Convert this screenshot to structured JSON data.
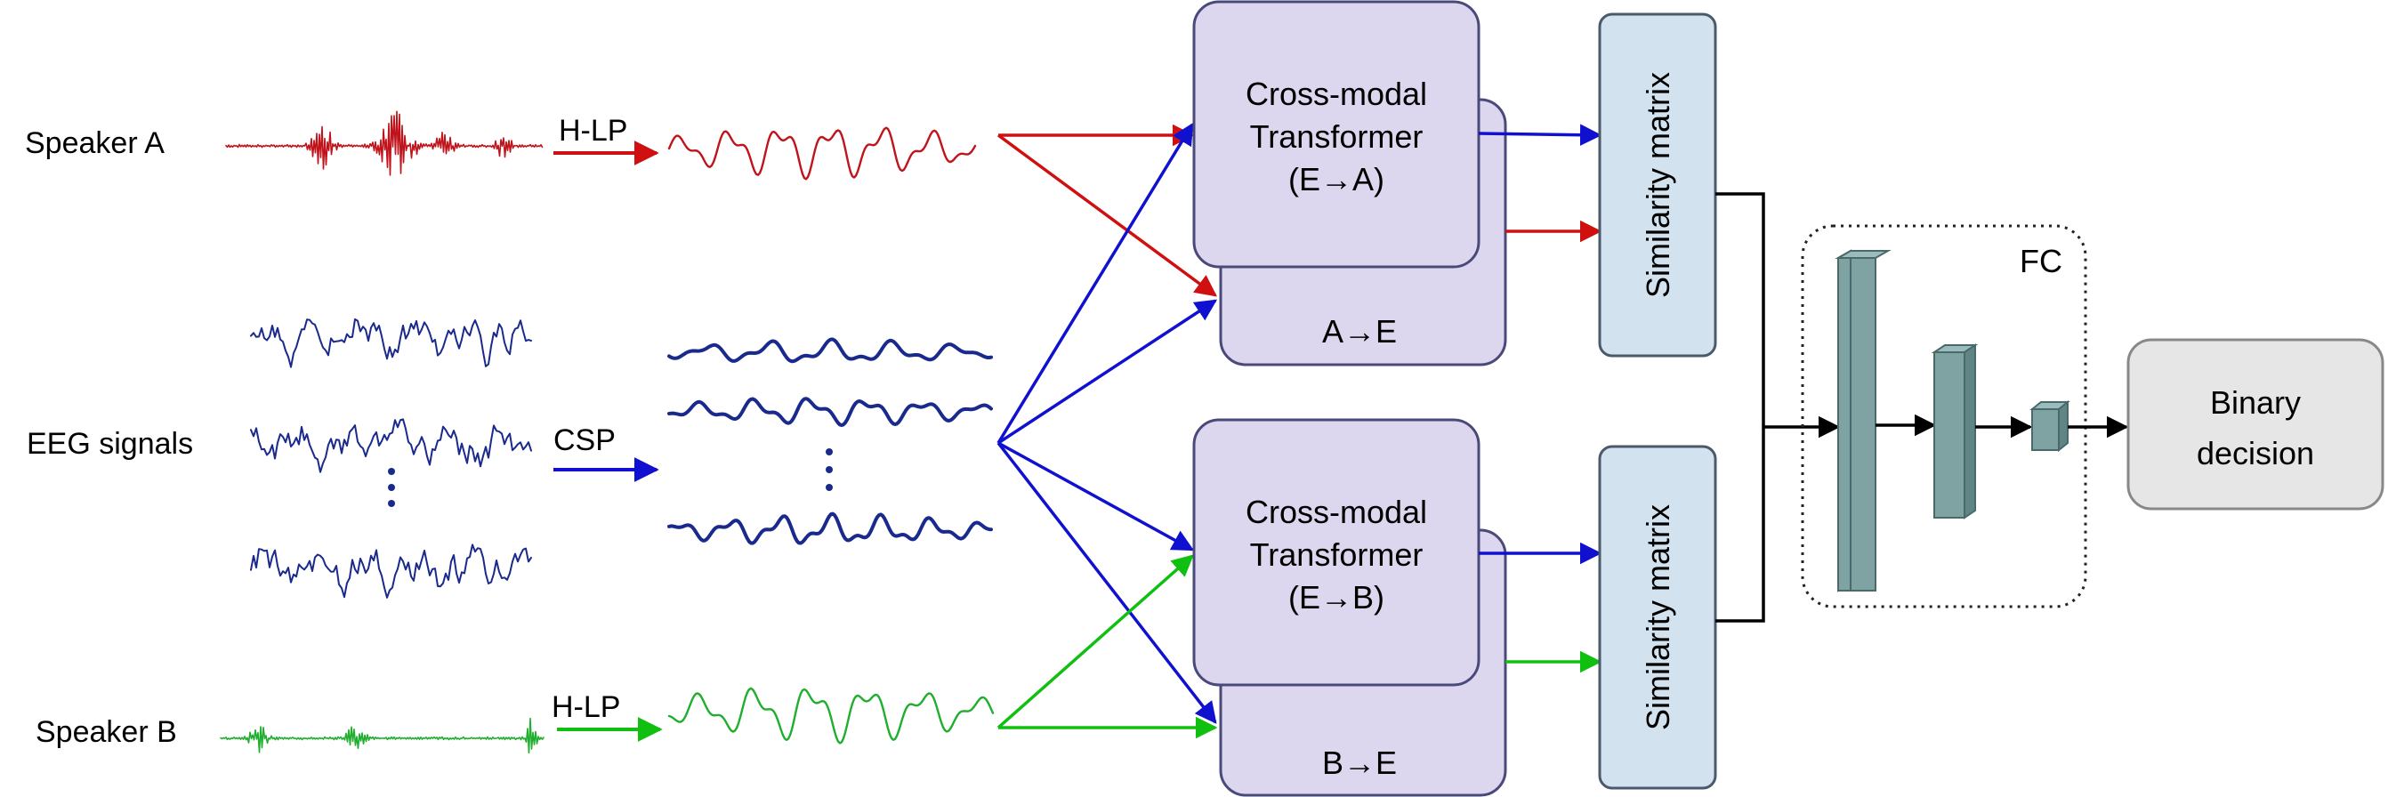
{
  "inputs": {
    "speaker_a": "Speaker A",
    "eeg": "EEG signals",
    "speaker_b": "Speaker B"
  },
  "ops": {
    "hlp_a": "H-LP",
    "csp": "CSP",
    "hlp_b": "H-LP"
  },
  "transformers": {
    "top": {
      "line1": "Cross-modal",
      "line2": "Transformer",
      "line3": "(E→A)",
      "back": "A→E"
    },
    "bottom": {
      "line1": "Cross-modal",
      "line2": "Transformer",
      "line3": "(E→B)",
      "back": "B→E"
    }
  },
  "similarity": {
    "top": "Similarity matrix",
    "bottom": "Similarity matrix"
  },
  "fc_label": "FC",
  "output": {
    "line1": "Binary",
    "line2": "decision"
  },
  "colors": {
    "speaker_a": "#c0141c",
    "eeg": "#1a2a8c",
    "speaker_b": "#1fae2e",
    "arrow_blue": "#1010d0",
    "arrow_red": "#d01010",
    "arrow_green": "#10c010",
    "transformer_fill": "#dcd6ee",
    "transformer_stroke": "#4a4a7a",
    "similarity_fill": "#d2e2ee",
    "fc_bar": "#7fa3a3",
    "output_fill": "#e6e6e6"
  }
}
